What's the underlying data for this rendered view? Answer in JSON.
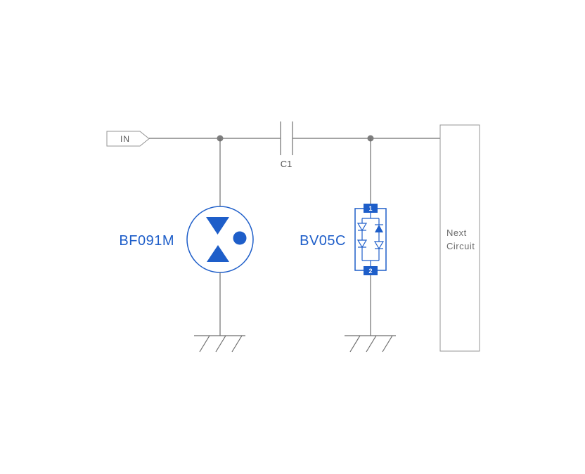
{
  "schematic": {
    "input_label": "IN",
    "capacitor_label": "C1",
    "gdt_label": "BF091M",
    "tvs_label": "BV05C",
    "tvs_pin_top": "1",
    "tvs_pin_bottom": "2",
    "next_circuit_line1": "Next",
    "next_circuit_line2": "Circuit"
  },
  "colors": {
    "accent_blue": "#1e5ec9",
    "wire_gray": "#6e6e6e",
    "junction_dot_gray": "#7d7d7d",
    "label_gray": "#565656",
    "background": "#ffffff"
  }
}
